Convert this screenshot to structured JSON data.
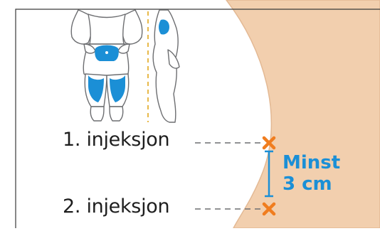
{
  "labels": {
    "first_injection": "1. injeksjon",
    "second_injection": "2. injeksjon"
  },
  "measurement": {
    "line1": "Minst",
    "line2": "3 cm"
  },
  "icons": {
    "injection_marker": "x-mark-icon",
    "figures": "body-injection-sites-icon"
  },
  "colors": {
    "skin": "#f2cfae",
    "skin_outline": "#e3b994",
    "accent_blue": "#1b8fd6",
    "marker_orange": "#f07d1f",
    "outline": "#6d6e71",
    "dashed_guide": "#e8b94a",
    "frame": "#3a3a3a"
  }
}
